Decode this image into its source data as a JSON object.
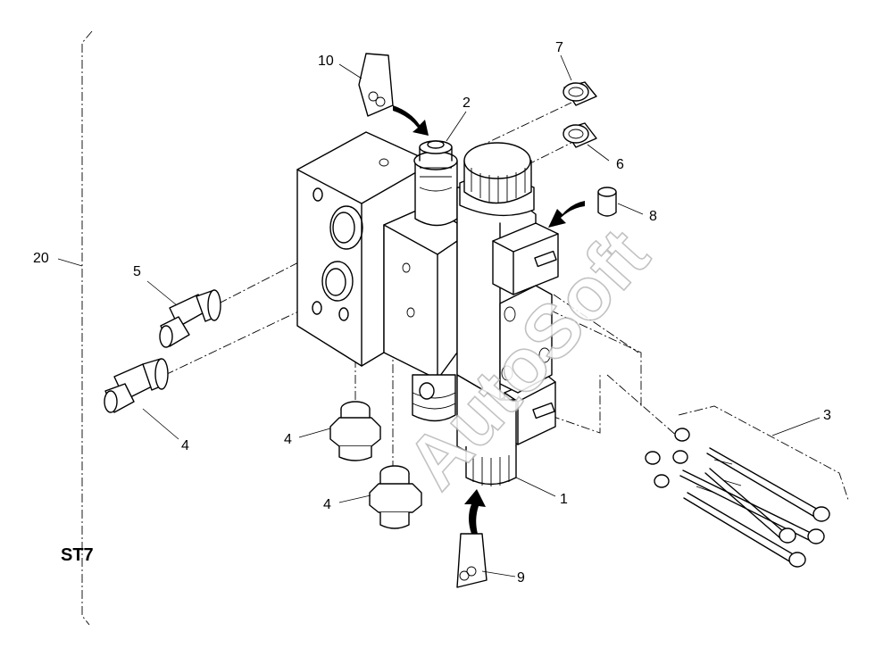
{
  "section_label": "ST7",
  "watermark": "AutoSoft",
  "callouts": {
    "c1": "1",
    "c2": "2",
    "c3": "3",
    "c4a": "4",
    "c4b": "4",
    "c4c": "4",
    "c5": "5",
    "c6": "6",
    "c7": "7",
    "c8": "8",
    "c9": "9",
    "c10": "10",
    "c20": "20"
  }
}
